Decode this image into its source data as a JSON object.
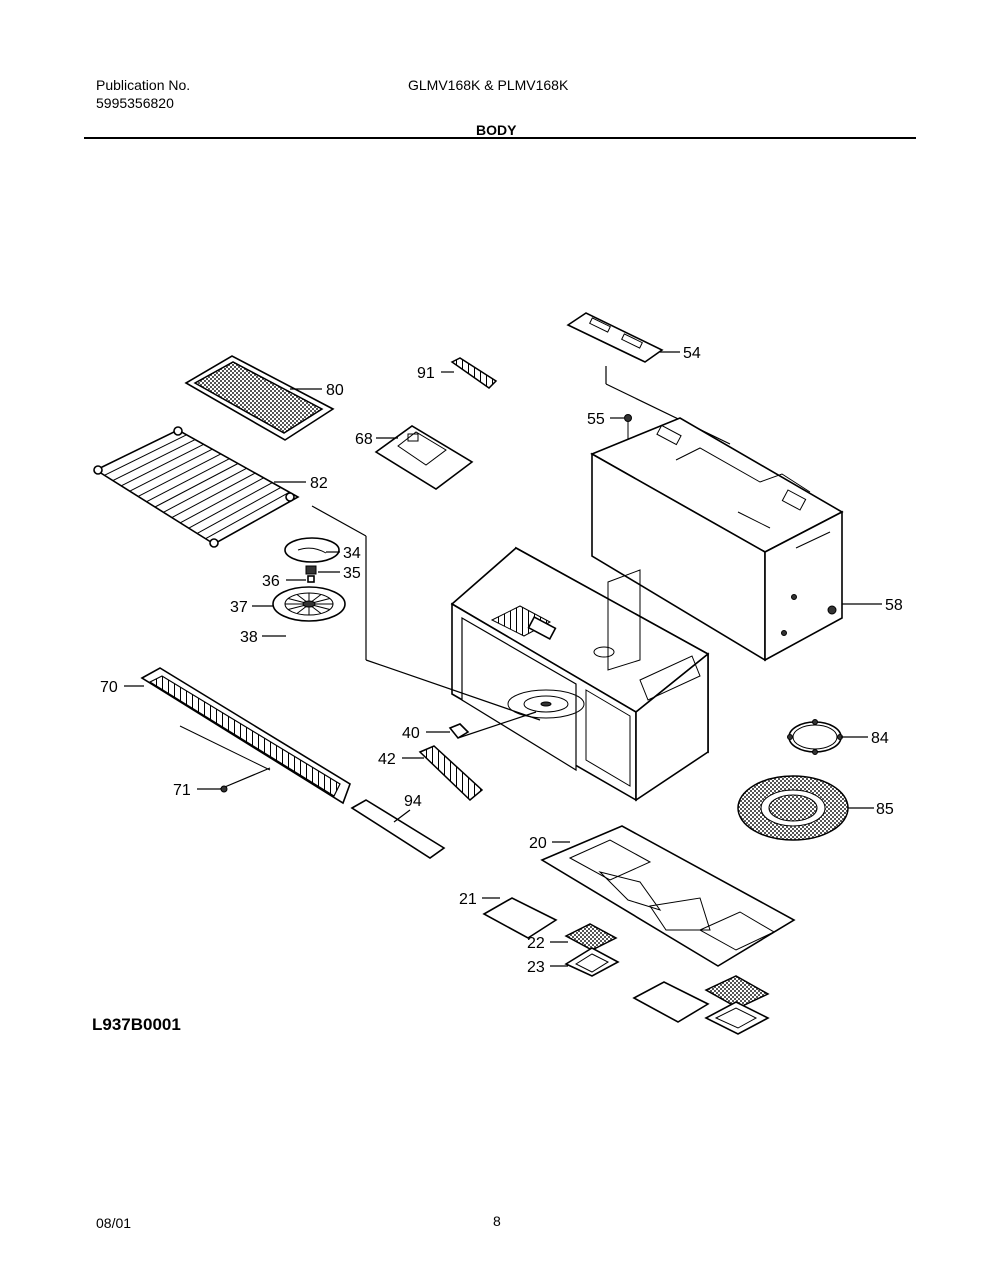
{
  "header": {
    "publication_label": "Publication No.",
    "publication_number": "5995356820",
    "model": "GLMV168K & PLMV168K",
    "section_title": "BODY"
  },
  "diagram": {
    "code": "L937B0001",
    "callouts": [
      {
        "id": "80",
        "label": "80"
      },
      {
        "id": "82",
        "label": "82"
      },
      {
        "id": "34",
        "label": "34"
      },
      {
        "id": "35",
        "label": "35"
      },
      {
        "id": "36",
        "label": "36"
      },
      {
        "id": "37",
        "label": "37"
      },
      {
        "id": "38",
        "label": "38"
      },
      {
        "id": "70",
        "label": "70"
      },
      {
        "id": "71",
        "label": "71"
      },
      {
        "id": "91",
        "label": "91"
      },
      {
        "id": "68",
        "label": "68"
      },
      {
        "id": "54",
        "label": "54"
      },
      {
        "id": "55",
        "label": "55"
      },
      {
        "id": "58",
        "label": "58"
      },
      {
        "id": "40",
        "label": "40"
      },
      {
        "id": "42",
        "label": "42"
      },
      {
        "id": "94",
        "label": "94"
      },
      {
        "id": "84",
        "label": "84"
      },
      {
        "id": "85",
        "label": "85"
      },
      {
        "id": "20",
        "label": "20"
      },
      {
        "id": "21",
        "label": "21"
      },
      {
        "id": "22",
        "label": "22"
      },
      {
        "id": "23",
        "label": "23"
      }
    ]
  },
  "footer": {
    "date": "08/01",
    "page": "8"
  }
}
